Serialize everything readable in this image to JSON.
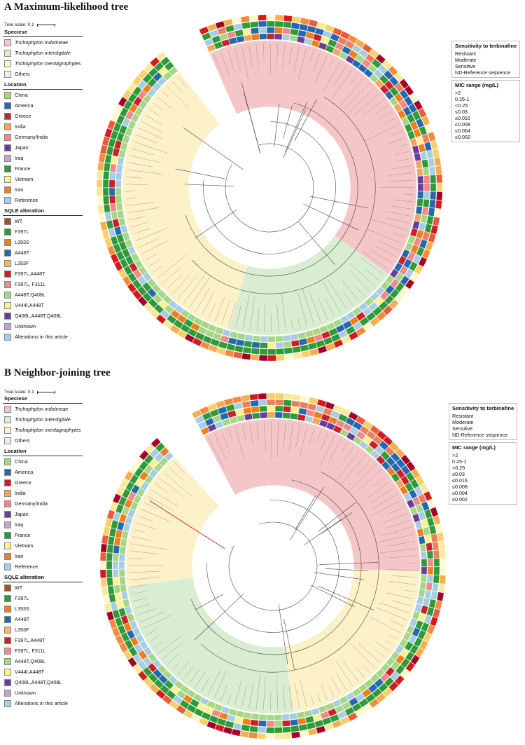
{
  "panel_a": {
    "title": "A  Maximum-likelihood tree",
    "tree_scale": "Tree scale: 0.1"
  },
  "panel_b": {
    "title": "B  Neighbor-joining tree",
    "tree_scale": "Tree scale: 0.1"
  },
  "legends": {
    "species": {
      "title": "Speciese",
      "items": [
        {
          "label": "Trichophyton indotineae",
          "color": "#f5c6c8",
          "italic": true
        },
        {
          "label": "Trichophyton interdigitale",
          "color": "#d9edd2",
          "italic": true
        },
        {
          "label": "Trichophyton mentagrophytes",
          "color": "#fdf1c8",
          "italic": true
        },
        {
          "label": "Others",
          "color": "#eeeeee",
          "italic": false
        }
      ]
    },
    "location": {
      "title": "Location",
      "items": [
        {
          "label": "China",
          "color": "#a6d785"
        },
        {
          "label": "America",
          "color": "#2468ae"
        },
        {
          "label": "Greece",
          "color": "#cf1e26"
        },
        {
          "label": "India",
          "color": "#f3a65a"
        },
        {
          "label": "Germany/India",
          "color": "#f08a8a"
        },
        {
          "label": "Japan",
          "color": "#6a3d9a"
        },
        {
          "label": "Iraq",
          "color": "#c2a5d0"
        },
        {
          "label": "France",
          "color": "#2e9a38"
        },
        {
          "label": "Vietnam",
          "color": "#fdf38e"
        },
        {
          "label": "Iran",
          "color": "#ef7f1b"
        },
        {
          "label": "Reference",
          "color": "#a8cde3"
        }
      ]
    },
    "sqle": {
      "title": "SQLE alteration",
      "items": [
        {
          "label": "WT",
          "color": "#a0522d"
        },
        {
          "label": "F397L",
          "color": "#2e9a38"
        },
        {
          "label": "L393S",
          "color": "#ef7f1b"
        },
        {
          "label": "A448T",
          "color": "#2468ae"
        },
        {
          "label": "L393F",
          "color": "#f5b56b"
        },
        {
          "label": "F397L,A448T",
          "color": "#cf1e26"
        },
        {
          "label": "F397L, F311L",
          "color": "#f08a8a"
        },
        {
          "label": "A448T,Q408L",
          "color": "#a6d785"
        },
        {
          "label": "V444I,A448T",
          "color": "#fdf38e"
        },
        {
          "label": "Q408L,A448T,Q408L",
          "color": "#6a3d9a"
        },
        {
          "label": "Unknown",
          "color": "#c2a5d0"
        },
        {
          "label": "Alterations in this article",
          "color": "#a8cde3"
        }
      ]
    },
    "sensitivity": {
      "title": "Sensitivity to terbinafine",
      "items": [
        {
          "label": "Resistant",
          "color": "#ef7f5a"
        },
        {
          "label": "Moderate",
          "color": "#2468ae"
        },
        {
          "label": "Sensitive",
          "color": "#2e9a38"
        },
        {
          "label": "ND-Reference sequence",
          "color": "#a8cde3"
        }
      ]
    },
    "mic": {
      "title": "MIC range (mg/L)",
      "items": [
        {
          "label": ">2",
          "color": "#a50026"
        },
        {
          "label": "0.25-1",
          "color": "#d7191c"
        },
        {
          "label": "<0.25",
          "color": "#ee5a37"
        },
        {
          "label": "≤0.03",
          "color": "#f58a3c"
        },
        {
          "label": "≤0.016",
          "color": "#f7ad4e"
        },
        {
          "label": "≤0.008",
          "color": "#f9cf6b"
        },
        {
          "label": "≤0.004",
          "color": "#fbe99a"
        },
        {
          "label": "≤0.002",
          "color": "#fdf9cf"
        }
      ]
    }
  }
}
